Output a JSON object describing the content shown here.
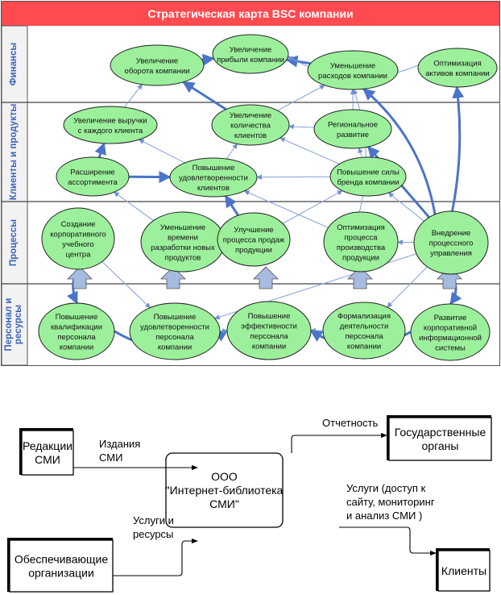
{
  "bsc": {
    "title": "Стратегическая карта BSC компании",
    "colors": {
      "title_bg": "#ff4a50",
      "node_fill": "#9cf09c",
      "lane_bg": "#f2f2f2",
      "lane_text": "#3b63b8",
      "arrow": "#4a74c9",
      "arrow_light": "#8aa6dc",
      "block_arrow": "#a6bbe0"
    },
    "lanes": [
      {
        "id": "finance",
        "label": [
          "Финансы"
        ]
      },
      {
        "id": "clients",
        "label": [
          "Клиенты и продукты"
        ]
      },
      {
        "id": "processes",
        "label": [
          "Процессы"
        ]
      },
      {
        "id": "people",
        "label": [
          "Персонал и",
          "ресурсы"
        ]
      }
    ],
    "nodes": [
      {
        "id": "f1",
        "lane": "finance",
        "lines": [
          "Увеличение",
          "оборота компании"
        ]
      },
      {
        "id": "f2",
        "lane": "finance",
        "lines": [
          "Увеличение",
          "прибыли компании"
        ]
      },
      {
        "id": "f3",
        "lane": "finance",
        "lines": [
          "Уменьшение",
          "расходов компании"
        ]
      },
      {
        "id": "f4",
        "lane": "finance",
        "lines": [
          "Оптимизация",
          "активов компании"
        ]
      },
      {
        "id": "c1",
        "lane": "clients",
        "lines": [
          "Увеличение выручки",
          "с каждого клиента"
        ]
      },
      {
        "id": "c2",
        "lane": "clients",
        "lines": [
          "Увеличение",
          "количества",
          "клиентов"
        ]
      },
      {
        "id": "c3",
        "lane": "clients",
        "lines": [
          "Региональное",
          "развитие"
        ]
      },
      {
        "id": "c4",
        "lane": "clients",
        "lines": [
          "Расширение",
          "ассортимента"
        ]
      },
      {
        "id": "c5",
        "lane": "clients",
        "lines": [
          "Повышение",
          "удовлетворенности",
          "клиентов"
        ]
      },
      {
        "id": "c6",
        "lane": "clients",
        "lines": [
          "Повышение силы",
          "бренда компании"
        ]
      },
      {
        "id": "p1",
        "lane": "processes",
        "lines": [
          "Создание",
          "корпоративного",
          "учебного",
          "центра"
        ]
      },
      {
        "id": "p2",
        "lane": "processes",
        "lines": [
          "Уменьшение",
          "времени",
          "разработки новых",
          "продуктов"
        ]
      },
      {
        "id": "p3",
        "lane": "processes",
        "lines": [
          "Улучшение",
          "процесса продаж",
          "продукции"
        ]
      },
      {
        "id": "p4",
        "lane": "processes",
        "lines": [
          "Оптимизация",
          "процесса",
          "производства",
          "продукции"
        ]
      },
      {
        "id": "p5",
        "lane": "processes",
        "lines": [
          "Внедрение",
          "процессного",
          "управления"
        ]
      },
      {
        "id": "r1",
        "lane": "people",
        "lines": [
          "Повышение",
          "квалификации",
          "персонала",
          "компании"
        ]
      },
      {
        "id": "r2",
        "lane": "people",
        "lines": [
          "Повышение",
          "удовлетворенности",
          "персонала",
          "компании"
        ]
      },
      {
        "id": "r3",
        "lane": "people",
        "lines": [
          "Повышение",
          "эффективности",
          "персонала",
          "компании"
        ]
      },
      {
        "id": "r4",
        "lane": "people",
        "lines": [
          "Формализация",
          "деятельности",
          "персонала",
          "компании"
        ]
      },
      {
        "id": "r5",
        "lane": "people",
        "lines": [
          "Развитие",
          "корпоративной",
          "информационной",
          "системы"
        ]
      }
    ],
    "links": [
      {
        "from": "f1",
        "to": "f2",
        "weight": "thick"
      },
      {
        "from": "f3",
        "to": "f2",
        "weight": "thick"
      },
      {
        "from": "f4",
        "to": "f2",
        "weight": "thin"
      },
      {
        "from": "c1",
        "to": "f1",
        "weight": "thin"
      },
      {
        "from": "c2",
        "to": "f1",
        "weight": "thick"
      },
      {
        "from": "c2",
        "to": "f3",
        "weight": "thin"
      },
      {
        "from": "c3",
        "to": "f3",
        "weight": "thin"
      },
      {
        "from": "c3",
        "to": "c2",
        "weight": "thin"
      },
      {
        "from": "c4",
        "to": "c1",
        "weight": "thick"
      },
      {
        "from": "c4",
        "to": "c5",
        "weight": "thick"
      },
      {
        "from": "c5",
        "to": "c1",
        "weight": "thin"
      },
      {
        "from": "c5",
        "to": "c2",
        "weight": "thin"
      },
      {
        "from": "c6",
        "to": "c5",
        "weight": "thin"
      },
      {
        "from": "c6",
        "to": "c2",
        "weight": "thin"
      },
      {
        "from": "c6",
        "to": "c3",
        "weight": "thin"
      },
      {
        "from": "p2",
        "to": "c4",
        "weight": "thin"
      },
      {
        "from": "p3",
        "to": "c5",
        "weight": "thick"
      },
      {
        "from": "p3",
        "to": "c6",
        "weight": "thin"
      },
      {
        "from": "p4",
        "to": "c5",
        "weight": "thin"
      },
      {
        "from": "p4",
        "to": "f3",
        "weight": "thin"
      },
      {
        "from": "p5",
        "to": "c6",
        "weight": "thin"
      },
      {
        "from": "p5",
        "to": "c3",
        "weight": "thick"
      },
      {
        "from": "p5",
        "to": "f3",
        "weight": "thick"
      },
      {
        "from": "p5",
        "to": "f4",
        "weight": "thick"
      },
      {
        "from": "p5",
        "to": "p4",
        "weight": "thin"
      },
      {
        "from": "p5",
        "to": "r2",
        "weight": "thin"
      },
      {
        "from": "p5",
        "to": "r4",
        "weight": "thin"
      },
      {
        "from": "p5",
        "to": "r5",
        "weight": "thick"
      },
      {
        "from": "p1",
        "to": "r1",
        "weight": "thick"
      },
      {
        "from": "p1",
        "to": "r2",
        "weight": "thin"
      },
      {
        "from": "r1",
        "to": "r3",
        "weight": "thick"
      },
      {
        "from": "r2",
        "to": "r3",
        "weight": "thin"
      },
      {
        "from": "r4",
        "to": "r3",
        "weight": "thin"
      },
      {
        "from": "r5",
        "to": "r3",
        "weight": "thick"
      }
    ],
    "block_arrows": 5
  },
  "context": {
    "center": {
      "lines": [
        "ООО",
        "\"Интернет-библиотека",
        "СМИ\""
      ]
    },
    "entities": [
      {
        "id": "editors",
        "lines": [
          "Редакции",
          "СМИ"
        ]
      },
      {
        "id": "suppliers",
        "lines": [
          "Обеспечивающие",
          "организации"
        ]
      },
      {
        "id": "government",
        "lines": [
          "Государственные",
          "органы"
        ]
      },
      {
        "id": "clients",
        "lines": [
          "Клиенты"
        ]
      }
    ],
    "flows": [
      {
        "id": "publications",
        "lines": [
          "Издания",
          "СМИ"
        ]
      },
      {
        "id": "services_resources",
        "lines": [
          "Услуги и",
          "ресурсы"
        ]
      },
      {
        "id": "reporting",
        "lines": [
          "Отчетность"
        ]
      },
      {
        "id": "services",
        "lines": [
          "Услуги (доступ к",
          "сайту, мониторинг",
          "и анализ СМИ )"
        ]
      }
    ]
  }
}
